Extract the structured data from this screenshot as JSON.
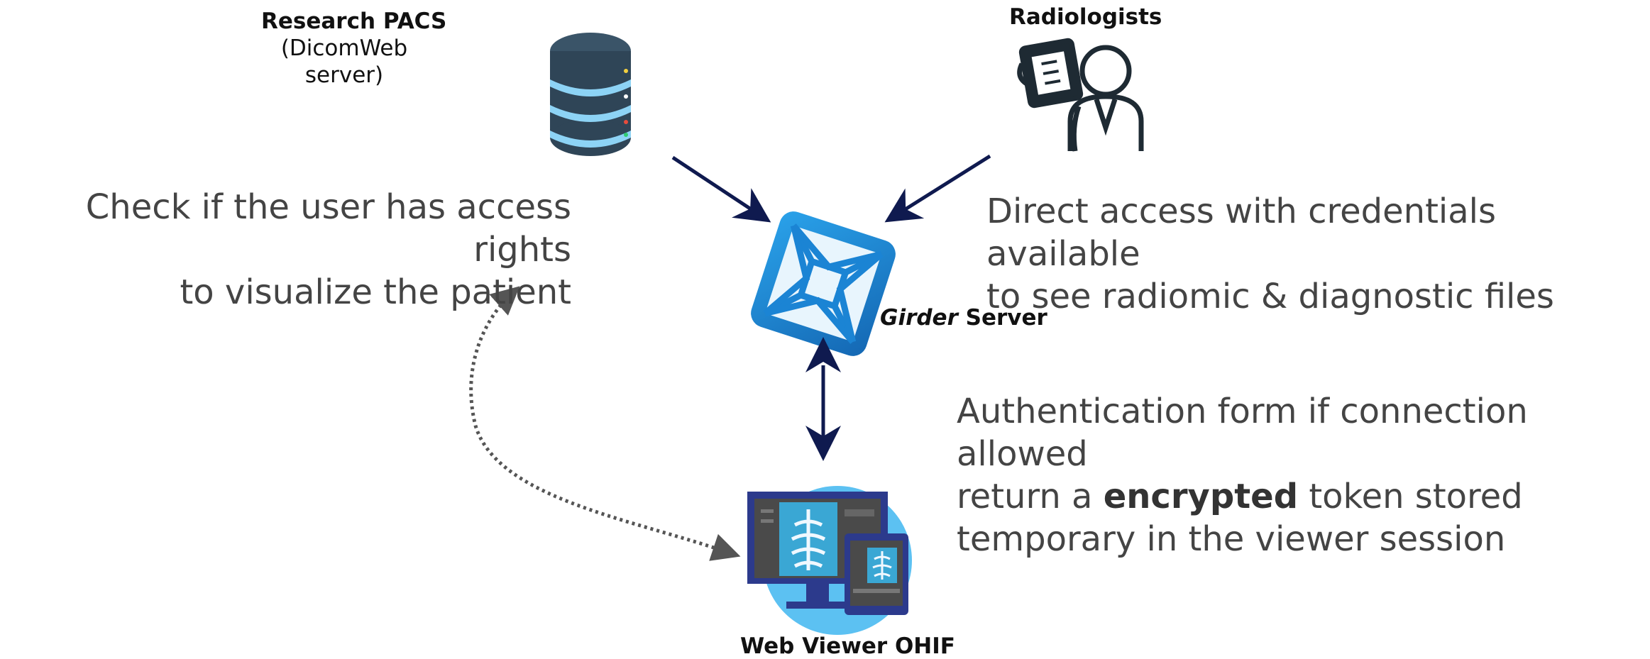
{
  "nodes": {
    "pacs": {
      "title": "Research PACS",
      "subtitle_line1": "(DicomWeb",
      "subtitle_line2": "server)",
      "icon": "database-icon"
    },
    "radiologists": {
      "title": "Radiologists",
      "icon": "radiologist-icon"
    },
    "girder": {
      "name_italic": "Girder",
      "name_rest": " Server",
      "icon": "girder-logo-icon"
    },
    "viewer": {
      "title": "Web Viewer OHIF",
      "icon": "monitor-tablet-xray-icon"
    }
  },
  "notes": {
    "access_check": {
      "line1": "Check if the user has access rights",
      "line2": "to visualize the patient"
    },
    "direct_access": {
      "line1": "Direct access with credentials available",
      "line2": "to see radiomic & diagnostic files"
    },
    "auth": {
      "line1": "Authentication form if connection allowed",
      "line2_pre": "return a ",
      "line2_bold": "encrypted",
      "line2_post": " token stored",
      "line3": "temporary in the viewer session"
    }
  },
  "colors": {
    "arrow": "#0f1a4f",
    "girder_blue": "#1b84d4",
    "db_dark": "#2f4557",
    "db_light": "#8dd3f5",
    "viewer_circle": "#5cc1f2",
    "text_gray": "#444444"
  }
}
